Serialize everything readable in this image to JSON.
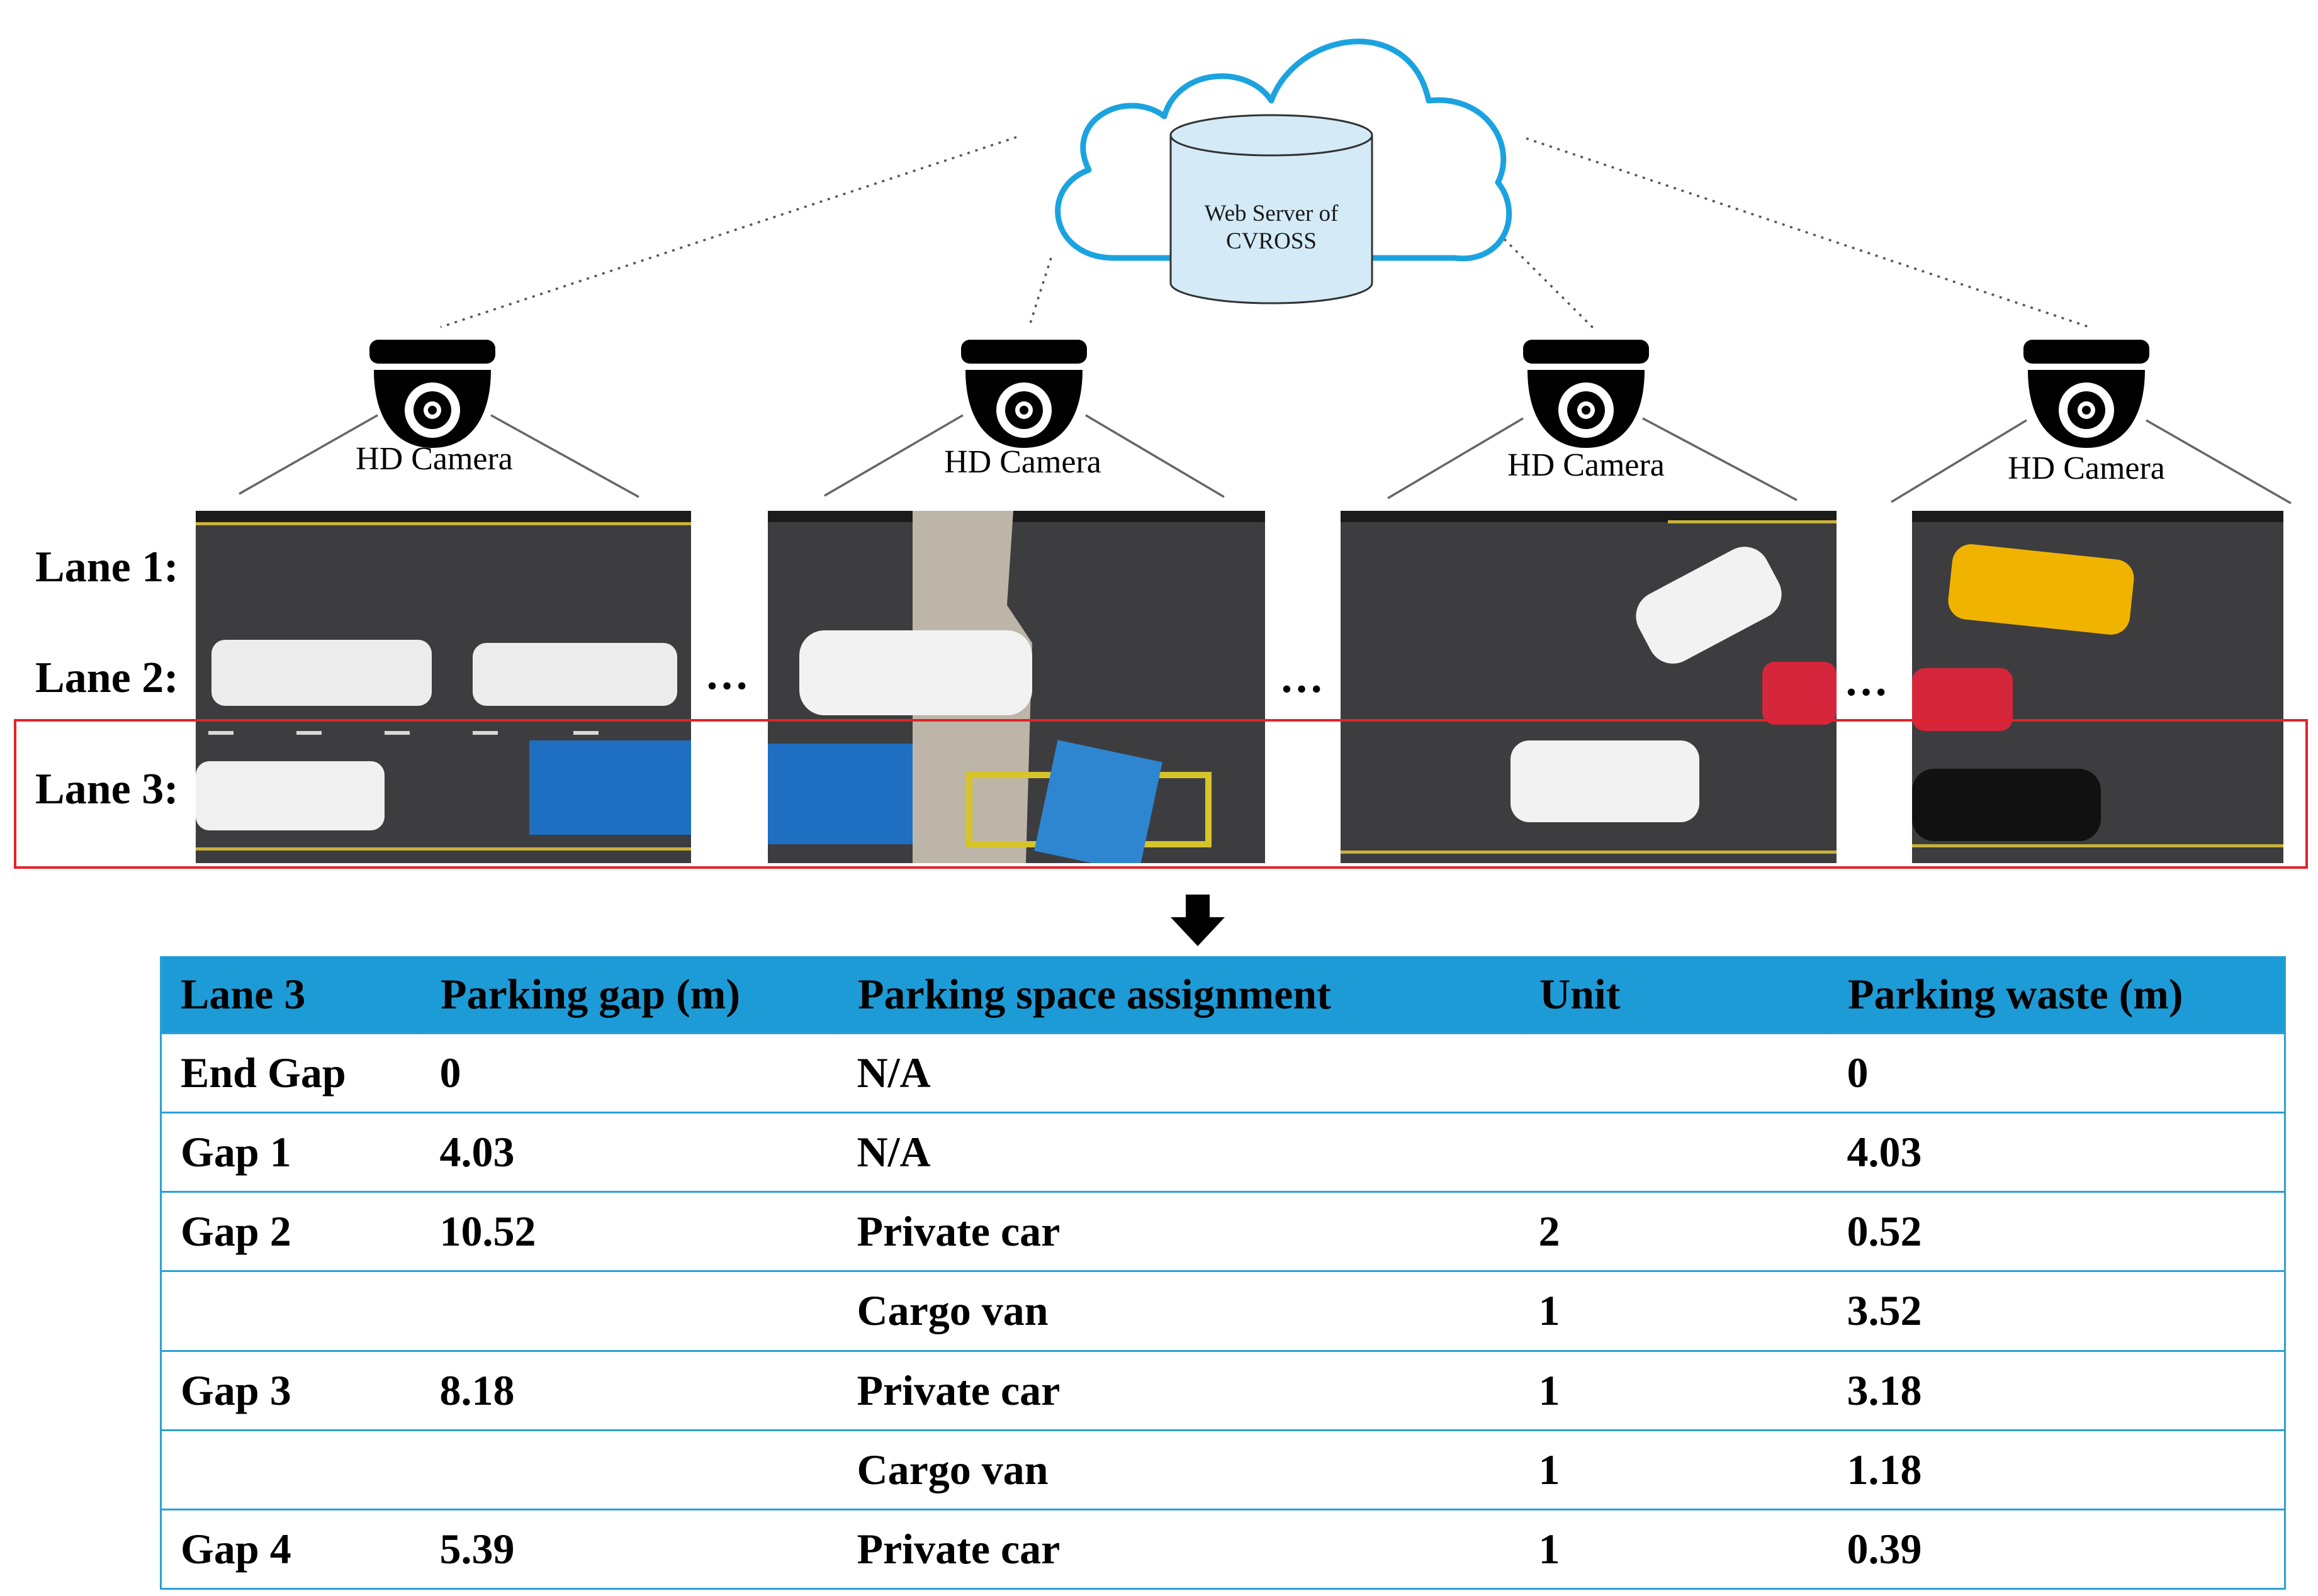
{
  "server": {
    "label_line1": "Web Server of",
    "label_line2": "CVROSS"
  },
  "camera_label": "HD Camera",
  "lanes": [
    "Lane 1:",
    "Lane 2:",
    "Lane 3:"
  ],
  "ellipsis": "…",
  "table": {
    "headers": [
      "Lane 3",
      "Parking gap (m)",
      "Parking space assignment",
      "Unit",
      "Parking waste (m)"
    ],
    "rows": [
      [
        "End Gap",
        "0",
        "N/A",
        "",
        "0"
      ],
      [
        "Gap 1",
        "4.03",
        "N/A",
        "",
        "4.03"
      ],
      [
        "Gap 2",
        "10.52",
        "Private car",
        "2",
        "0.52"
      ],
      [
        "",
        "",
        "Cargo van",
        "1",
        "3.52"
      ],
      [
        "Gap 3",
        "8.18",
        "Private car",
        "1",
        "3.18"
      ],
      [
        "",
        "",
        "Cargo van",
        "1",
        "1.18"
      ],
      [
        "Gap 4",
        "5.39",
        "Private car",
        "1",
        "0.39"
      ]
    ]
  },
  "colors": {
    "cloud_stroke": "#1ba3e0",
    "server_fill": "#d4ebf7",
    "table_header": "#1d9bd6",
    "table_border": "#2aa0d8",
    "highlight_box": "#e0242a",
    "road": "#3d3d3f"
  }
}
